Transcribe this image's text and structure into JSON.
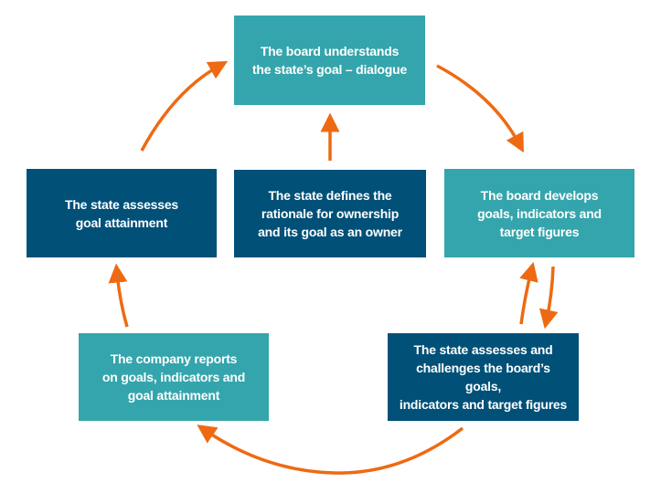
{
  "diagram": {
    "type": "cycle-flow",
    "colors": {
      "teal": "#34A5AC",
      "navy": "#005078",
      "arrow": "#EE6A12",
      "text": "#FFFFFF"
    },
    "nodes": [
      {
        "id": "understand",
        "label": "The board understands\nthe state’s goal – dialogue",
        "style": "teal"
      },
      {
        "id": "develop",
        "label": "The board develops\ngoals, indicators and\ntarget figures",
        "style": "teal"
      },
      {
        "id": "challenge",
        "label": "The state assesses and\nchallenges the board’s goals,\nindicators and target figures",
        "style": "navy"
      },
      {
        "id": "report",
        "label": "The company reports\non goals, indicators and\ngoal attainment",
        "style": "teal"
      },
      {
        "id": "assess",
        "label": "The state assesses\ngoal attainment",
        "style": "navy"
      },
      {
        "id": "define",
        "label": "The state defines the\nrationale for ownership\nand its goal as an owner",
        "style": "navy"
      }
    ],
    "edges": [
      {
        "from": "define",
        "to": "understand"
      },
      {
        "from": "understand",
        "to": "develop"
      },
      {
        "from": "develop",
        "to": "challenge"
      },
      {
        "from": "challenge",
        "to": "develop"
      },
      {
        "from": "challenge",
        "to": "report"
      },
      {
        "from": "report",
        "to": "assess"
      },
      {
        "from": "assess",
        "to": "understand"
      }
    ]
  }
}
